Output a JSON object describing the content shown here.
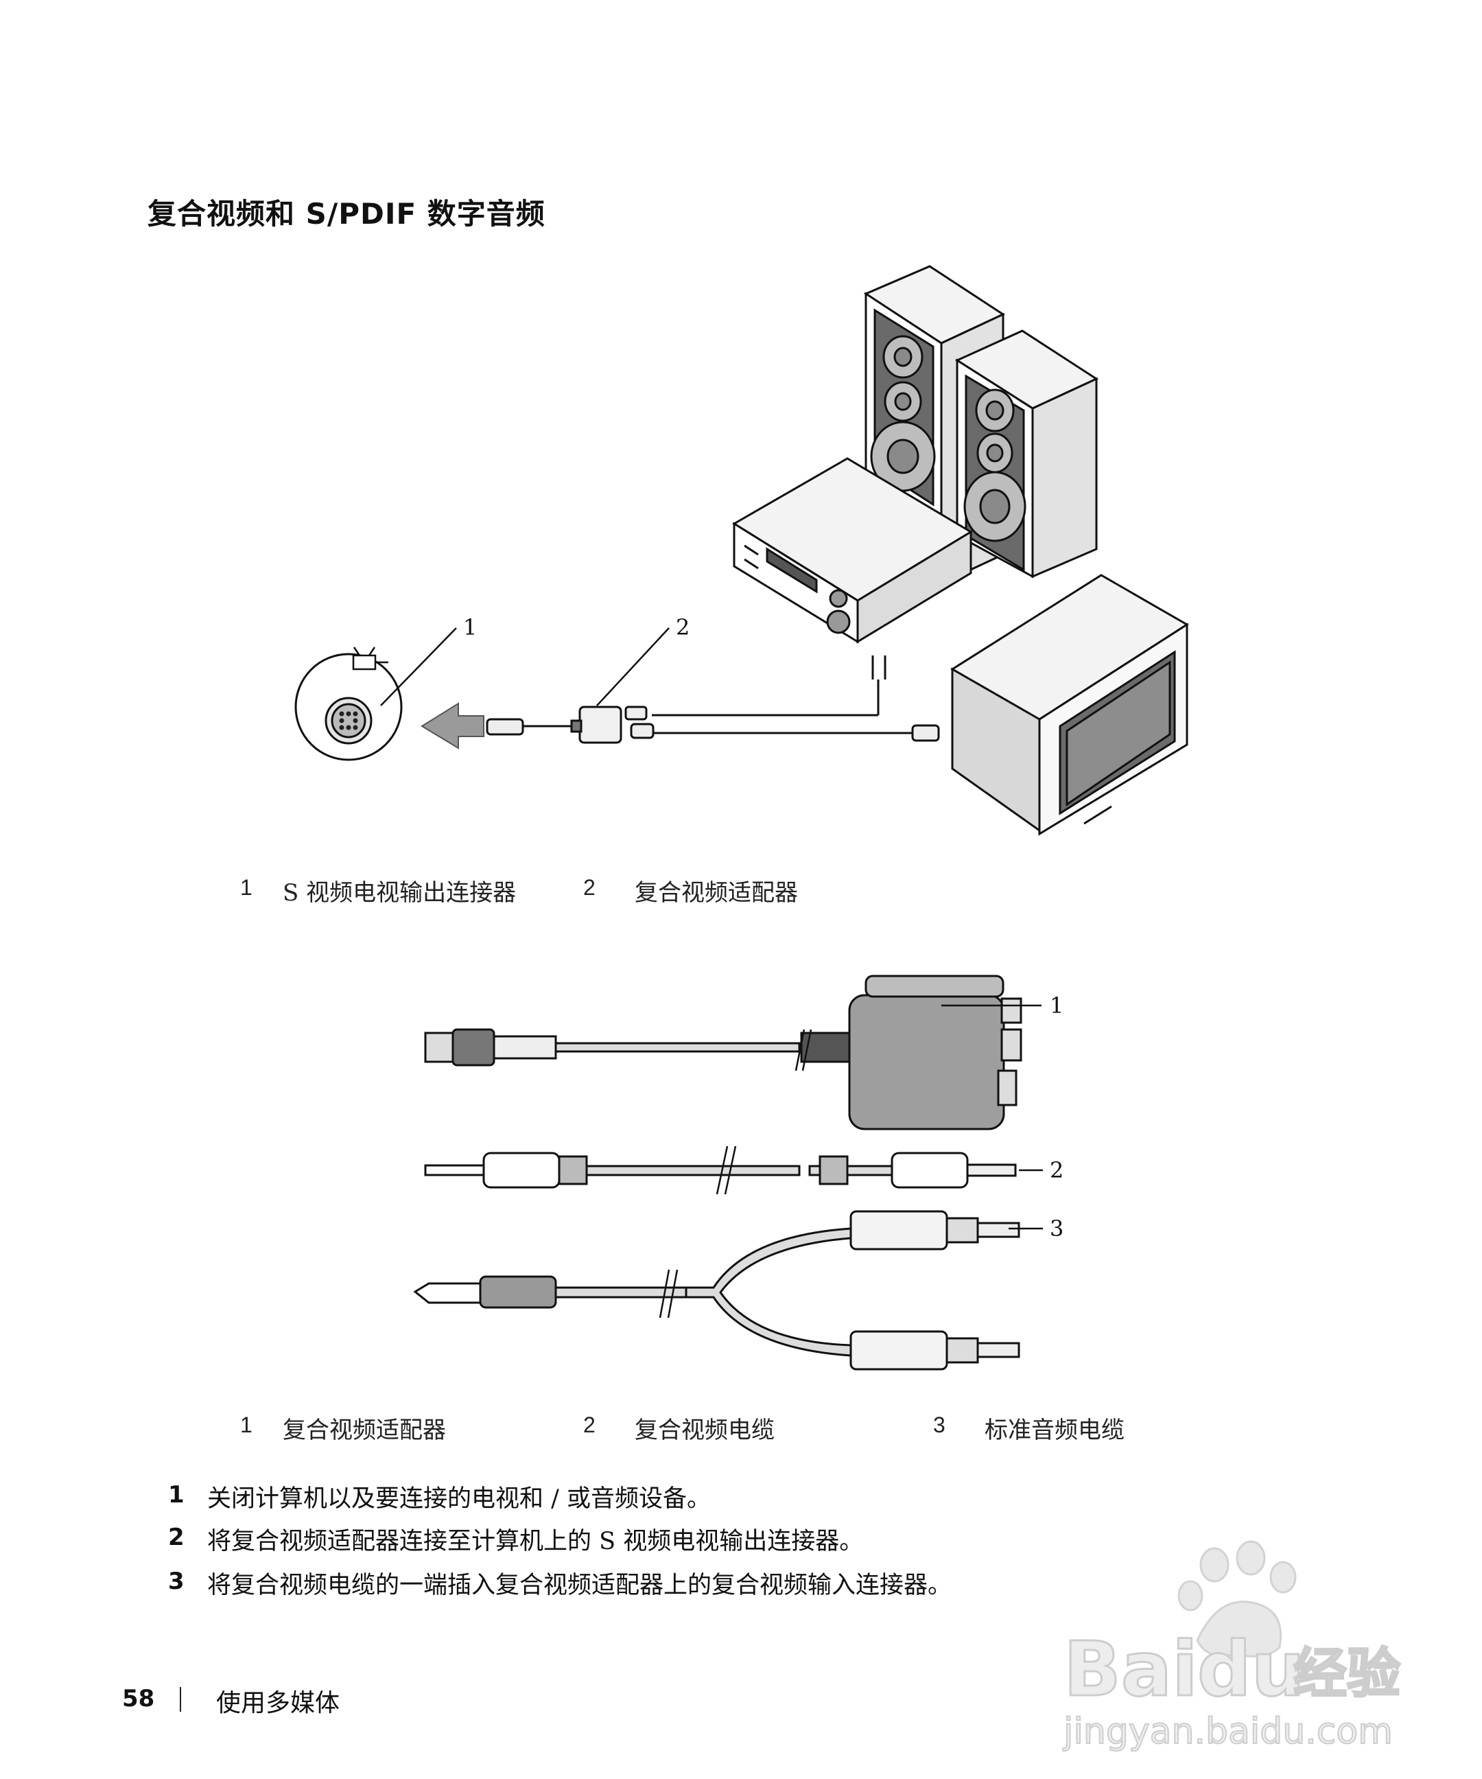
{
  "section_title": "复合视频和 S/PDIF 数字音频",
  "figure1": {
    "callouts": [
      "1",
      "2"
    ],
    "legend": [
      {
        "num": "1",
        "text": "S 视频电视输出连接器"
      },
      {
        "num": "2",
        "text": "复合视频适配器"
      }
    ]
  },
  "figure2": {
    "callouts": [
      "1",
      "2",
      "3"
    ],
    "legend": [
      {
        "num": "1",
        "text": "复合视频适配器"
      },
      {
        "num": "2",
        "text": "复合视频电缆"
      },
      {
        "num": "3",
        "text": "标准音频电缆"
      }
    ]
  },
  "steps": [
    {
      "num": "1",
      "text": "关闭计算机以及要连接的电视和 / 或音频设备。"
    },
    {
      "num": "2",
      "text": "将复合视频适配器连接至计算机上的 S 视频电视输出连接器。"
    },
    {
      "num": "3",
      "text": "将复合视频电缆的一端插入复合视频适配器上的复合视频输入连接器。"
    }
  ],
  "footer": {
    "page_number": "58",
    "section": "使用多媒体"
  },
  "watermark": {
    "brand": "Bai",
    "brand2": "du",
    "brand_cn": "经验",
    "url": "jingyan.baidu.com"
  }
}
